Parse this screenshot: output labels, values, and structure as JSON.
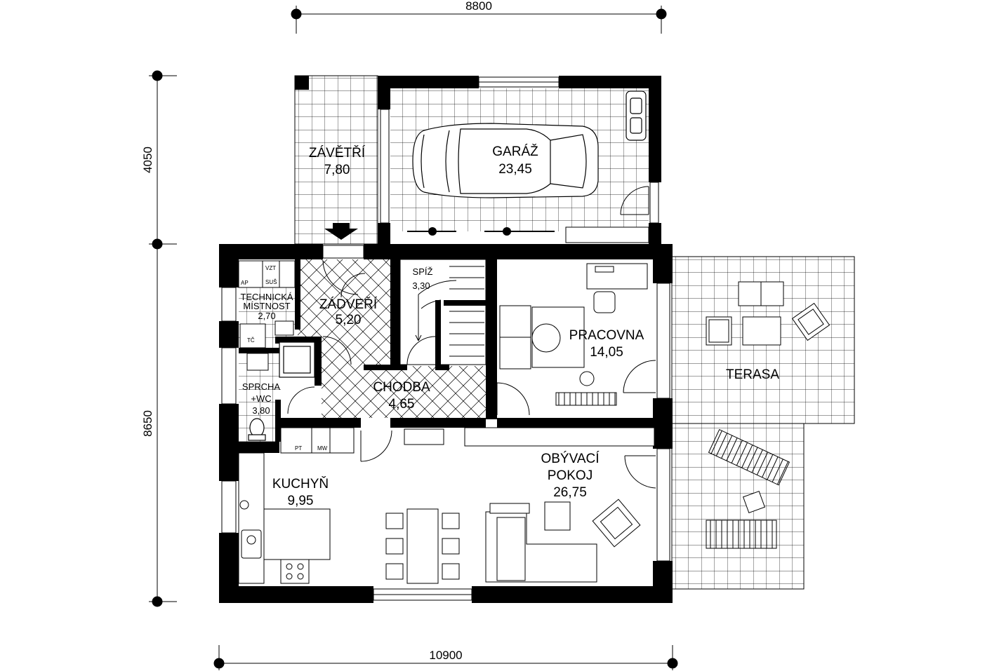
{
  "dimensions": {
    "top": "8800",
    "bottom": "10900",
    "left_upper": "4050",
    "left_lower": "8650"
  },
  "rooms": {
    "zavetri": {
      "name": "ZÁVĚTŘÍ",
      "area": "7,80"
    },
    "garaz": {
      "name": "GARÁŽ",
      "area": "23,45"
    },
    "technicka": {
      "name_line1": "TECHNICKÁ",
      "name_line2": "MÍSTNOST",
      "area": "2,70"
    },
    "zadveri": {
      "name": "ZÁDVEŘÍ",
      "area": "5,20"
    },
    "spiz": {
      "name": "SPÍŽ",
      "area": "3,30"
    },
    "pracovna": {
      "name": "PRACOVNA",
      "area": "14,05"
    },
    "terasa": {
      "name": "TERASA"
    },
    "sprcha": {
      "name_line1": "SPRCHA",
      "name_line2": "+WC",
      "area": "3,80"
    },
    "chodba": {
      "name": "CHODBA",
      "area": "4,65"
    },
    "kuchyn": {
      "name": "KUCHYŇ",
      "area": "9,95"
    },
    "obyvaci": {
      "name_line1": "OBÝVACÍ",
      "name_line2": "POKOJ",
      "area": "26,75"
    }
  },
  "appliance_labels": {
    "vzt": "VZT",
    "ap": "AP",
    "sus": "SUŠ",
    "tc": "TČ",
    "pt": "PT",
    "mw": "MW"
  },
  "colors": {
    "wall": "#000000",
    "line": "#000000",
    "background": "#ffffff"
  }
}
